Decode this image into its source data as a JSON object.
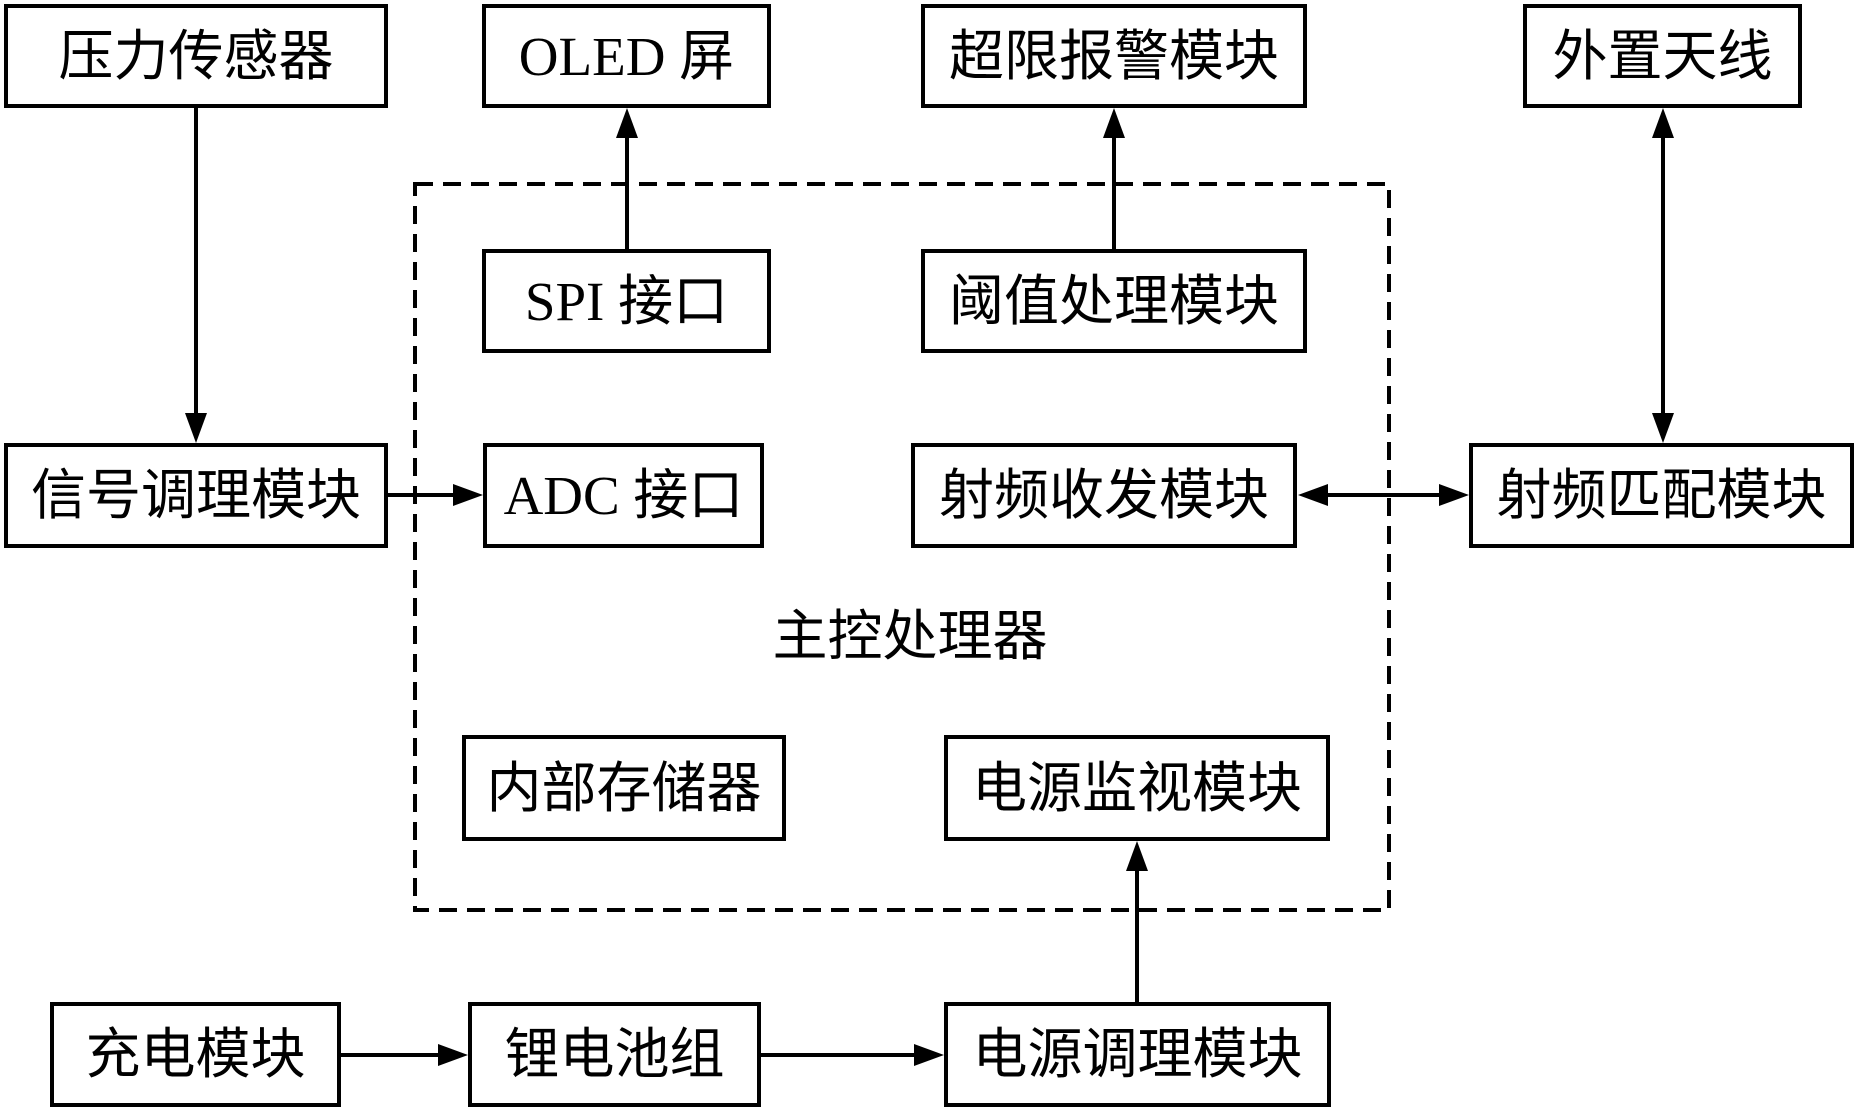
{
  "diagram": {
    "nodes": {
      "pressure_sensor": "压力传感器",
      "oled_screen": "OLED 屏",
      "overlimit_alarm": "超限报警模块",
      "external_antenna": "外置天线",
      "spi_interface": "SPI 接口",
      "threshold_processing": "阈值处理模块",
      "signal_conditioning": "信号调理模块",
      "adc_interface": "ADC 接口",
      "rf_transceiver": "射频收发模块",
      "rf_matching": "射频匹配模块",
      "internal_memory": "内部存储器",
      "power_monitor": "电源监视模块",
      "charging_module": "充电模块",
      "lithium_battery": "锂电池组",
      "power_conditioning": "电源调理模块"
    },
    "group_label": "主控处理器",
    "colors": {
      "line": "#000000",
      "background": "#ffffff"
    }
  }
}
